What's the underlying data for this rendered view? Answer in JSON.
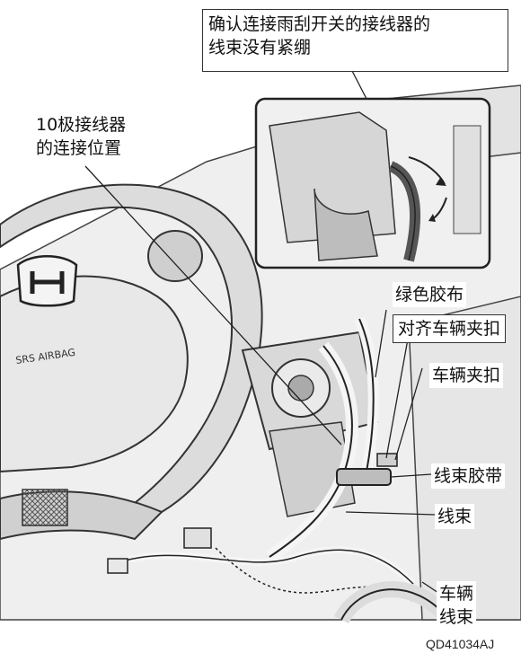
{
  "callouts": {
    "top_box_line1": "确认连接雨刮开关的接线器的",
    "top_box_line2": "线束没有紧绷",
    "connector_line1": "10极接线器",
    "connector_line2": "的连接位置",
    "green_tape": "绿色胶布",
    "align_clip": "对齐车辆夹扣",
    "vehicle_clip": "车辆夹扣",
    "harness_band": "线束胶带",
    "harness": "线束",
    "vehicle_harness_line1": "车辆",
    "vehicle_harness_line2": "线束"
  },
  "figure_code": "QD41034AJ",
  "airbag_text": "SRS AIRBAG",
  "colors": {
    "line": "#222222",
    "panel_fill": "#e9e9e9",
    "wheel_fill": "#d6d6d6",
    "shade": "#9a9a9a"
  }
}
